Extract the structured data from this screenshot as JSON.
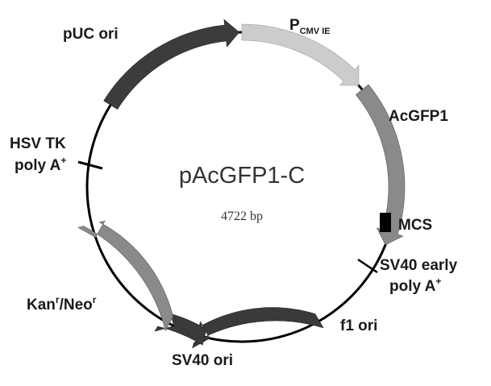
{
  "plasmid": {
    "name": "pAcGFP1-C",
    "size": "4722 bp"
  },
  "features": [
    {
      "id": "puc-ori",
      "label": "pUC ori",
      "color": "#3c3c3c"
    },
    {
      "id": "pcmv",
      "label": "P",
      "sub": "CMV IE",
      "color": "#cccccc"
    },
    {
      "id": "acgfp1",
      "label": "AcGFP1",
      "color": "#8a8a8a"
    },
    {
      "id": "mcs",
      "label": "MCS",
      "color": "#000000"
    },
    {
      "id": "sv40-early-polya",
      "label_line1": "SV40 early",
      "label_line2": "poly A",
      "sup": "+"
    },
    {
      "id": "f1-ori",
      "label": "f1 ori",
      "color": "#3a3a3a"
    },
    {
      "id": "sv40-ori",
      "label": "SV40 ori",
      "color": "#3a3a3a"
    },
    {
      "id": "kan-neo",
      "label_a": "Kan",
      "sup_a": "r",
      "label_b": "/Neo",
      "sup_b": "r",
      "color": "#8a8a8a"
    },
    {
      "id": "hsv-tk-polya",
      "label_line1": "HSV TK",
      "label_line2": "poly A",
      "sup": "+"
    }
  ]
}
